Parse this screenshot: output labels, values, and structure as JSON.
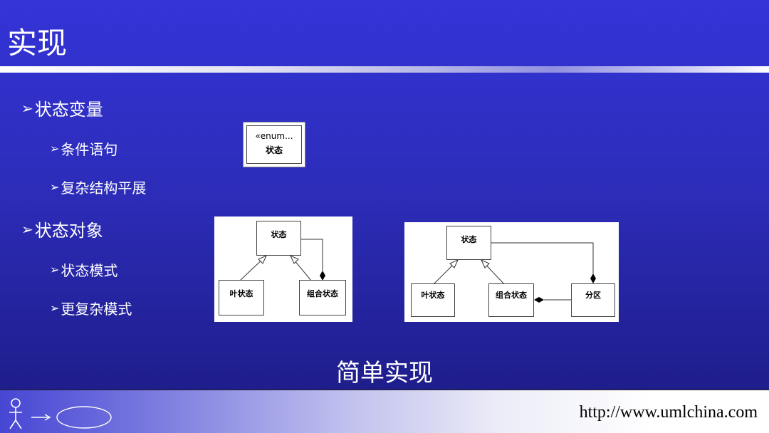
{
  "slide": {
    "title": "实现",
    "caption": "简单实现",
    "footer_url": "http://www.umlchina.com"
  },
  "bullets": {
    "state_variable": "状态变量",
    "conditional": "条件语句",
    "flatten": "复杂结构平展",
    "state_object": "状态对象",
    "state_pattern": "状态模式",
    "complex_pattern": "更复杂模式"
  },
  "diagram_enum": {
    "stereotype": "«enum...",
    "name": "状态"
  },
  "diagram_simple": {
    "state": "状态",
    "leaf": "叶状态",
    "composite": "组合状态"
  },
  "diagram_complex": {
    "state": "状态",
    "leaf": "叶状态",
    "composite": "组合状态",
    "region": "分区"
  },
  "icons": {
    "bullet": "arrowhead-bullet-icon",
    "logo": "use-case-actor-logo-icon"
  },
  "colors": {
    "background_top": "#3434d8",
    "background_bottom": "#1c1a82",
    "text": "#ffffff"
  }
}
